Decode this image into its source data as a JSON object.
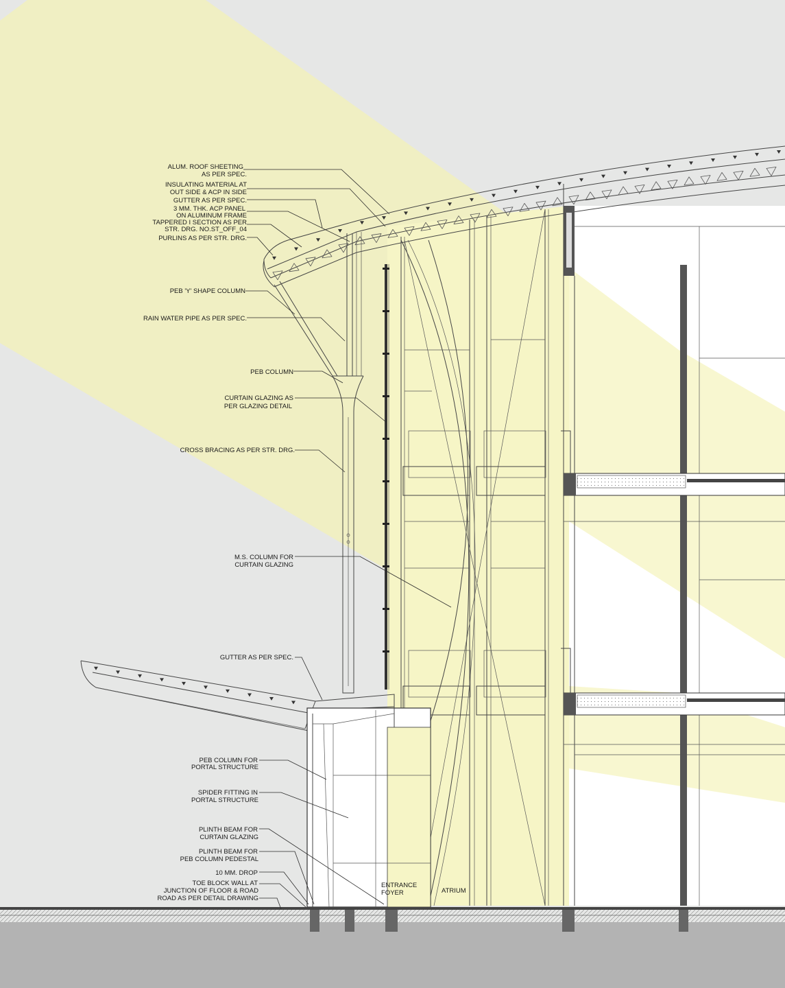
{
  "colors": {
    "background": "#e6e7e6",
    "sunlight": "#f3f2c2",
    "sunlight_strong": "#f7f6c6",
    "ground": "#b3b3b3",
    "ground_dark": "#9a9a9a",
    "line": "#333333",
    "wall": "#555555"
  },
  "annotations": [
    {
      "id": "roof-sheeting",
      "lines": [
        "ALUM. ROOF SHEETING",
        "AS PER SPEC."
      ]
    },
    {
      "id": "insulating-material",
      "lines": [
        "INSULATING MATERIAL AT",
        "OUT SIDE & ACP IN SIDE"
      ]
    },
    {
      "id": "gutter-top",
      "lines": [
        "GUTTER AS PER SPEC."
      ]
    },
    {
      "id": "acp-panel",
      "lines": [
        "3 MM. THK. ACP PANEL",
        "ON ALUMINUM FRAME"
      ]
    },
    {
      "id": "tapered-section",
      "lines": [
        "TAPPERED I SECTION AS PER",
        "STR. DRG. NO.ST_OFF_04"
      ]
    },
    {
      "id": "purlins",
      "lines": [
        "PURLINS AS PER STR. DRG."
      ]
    },
    {
      "id": "y-column",
      "lines": [
        "PEB 'Y' SHAPE COLUMN"
      ]
    },
    {
      "id": "rain-water-pipe",
      "lines": [
        "RAIN WATER PIPE AS PER SPEC."
      ]
    },
    {
      "id": "peb-column",
      "lines": [
        "PEB COLUMN"
      ]
    },
    {
      "id": "curtain-glazing",
      "lines": [
        "CURTAIN GLAZING AS",
        "PER GLAZING DETAIL"
      ]
    },
    {
      "id": "cross-bracing",
      "lines": [
        "CROSS BRACING AS PER STR. DRG."
      ]
    },
    {
      "id": "ms-column",
      "lines": [
        "M.S. COLUMN FOR",
        "CURTAIN GLAZING"
      ]
    },
    {
      "id": "gutter-bottom",
      "lines": [
        "GUTTER AS PER SPEC."
      ]
    },
    {
      "id": "peb-portal",
      "lines": [
        "PEB COLUMN FOR",
        "PORTAL STRUCTURE"
      ]
    },
    {
      "id": "spider-fitting",
      "lines": [
        "SPIDER FITTING IN",
        "PORTAL STRUCTURE"
      ]
    },
    {
      "id": "plinth-glazing",
      "lines": [
        "PLINTH BEAM FOR",
        "CURTAIN GLAZING"
      ]
    },
    {
      "id": "plinth-pedestal",
      "lines": [
        "PLINTH BEAM FOR",
        "PEB COLUMN PEDESTAL"
      ]
    },
    {
      "id": "drop",
      "lines": [
        "10 MM. DROP"
      ]
    },
    {
      "id": "toe-block",
      "lines": [
        "TOE BLOCK WALL AT",
        "JUNCTION OF FLOOR & ROAD"
      ]
    },
    {
      "id": "road",
      "lines": [
        "ROAD AS PER DETAIL DRAWING"
      ]
    }
  ],
  "spaces": {
    "entrance_foyer": [
      "ENTRANCE",
      "FOYER"
    ],
    "atrium": "ATRIUM"
  }
}
